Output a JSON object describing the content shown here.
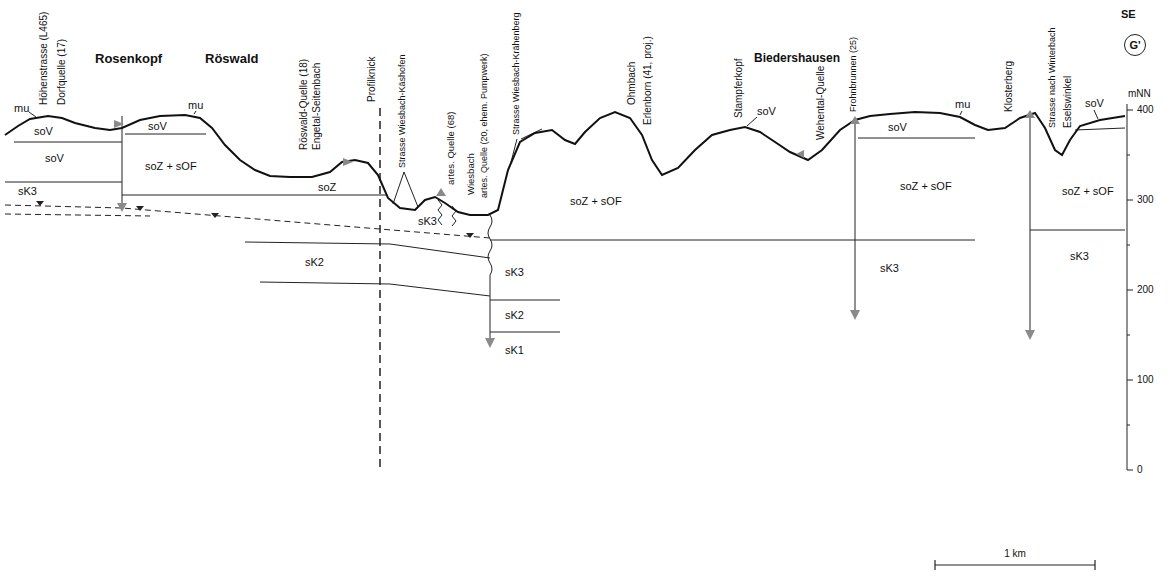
{
  "diagram": {
    "nodes": [
      {
        "text": [
          "G'"
        ]
      }
    ],
    "labels": [
      "SE",
      "Rosenkopf",
      "Röswald",
      "Biedershausen",
      "Höhenstrasse (L465)",
      "Dorfquelle (17)",
      "Röswald-Quelle (18)",
      "Engetal-Seitenbach",
      "Profilknick",
      "Strasse Wiesbach-Käshofen",
      "artes. Quelle (68)",
      "Wiesbach",
      "artes. Quelle (20, ehem. Pumpwerk)",
      "Strasse Wiesbach-Krähenberg",
      "Ohmbach",
      "Erlenborn (41, proj.)",
      "Stampferkopf",
      "Wehental-Quelle",
      "Frohnbrunnen (25)",
      "Klosterberg",
      "Strasse nach Winterbach",
      "Eselswinkel",
      "mu",
      "soV",
      "soV",
      "sK3",
      "mu",
      "soV",
      "soZ + sOF",
      "soZ",
      "sK2",
      "sK3",
      "sK3",
      "sK2",
      "sK1",
      "soZ + sOF",
      "soV",
      "mu",
      "soV",
      "soZ + sOF",
      "sK3",
      "soV",
      "soZ + sOF",
      "sK3",
      "mNN",
      "400",
      "300",
      "200",
      "100",
      "0",
      "1 km"
    ]
  }
}
